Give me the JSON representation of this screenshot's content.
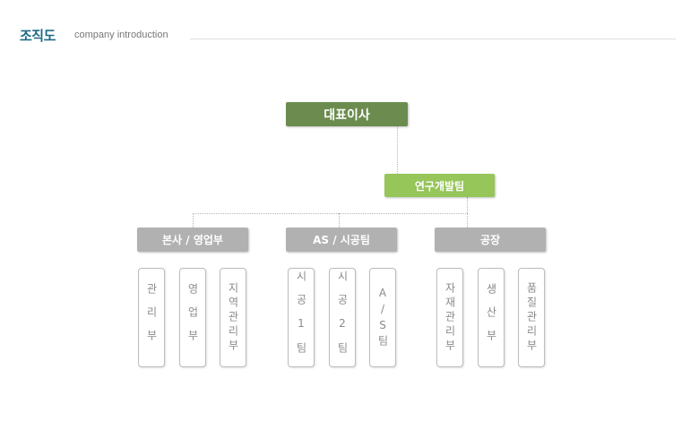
{
  "header": {
    "title": "조직도",
    "subtitle": "company introduction"
  },
  "org": {
    "ceo": "대표이사",
    "rnd": "연구개발팀",
    "divisions": [
      {
        "label": "본사 / 영업부",
        "teams": [
          "관리부",
          "영업부",
          "지역관리부"
        ]
      },
      {
        "label": "AS / 시공팀",
        "teams": [
          "시공1팀",
          "시공2팀",
          "A/S팀"
        ]
      },
      {
        "label": "공장",
        "teams": [
          "자재관리부",
          "생산부",
          "품질관리부"
        ]
      }
    ]
  },
  "colors": {
    "title": "#1f6b86",
    "ceo_box": "#6b8c4e",
    "rnd_box": "#96c55a",
    "division_box": "#b1b1b1",
    "team_border": "#bcbcbc",
    "team_text": "#8a8a8a",
    "connector": "#b5b5b5"
  }
}
